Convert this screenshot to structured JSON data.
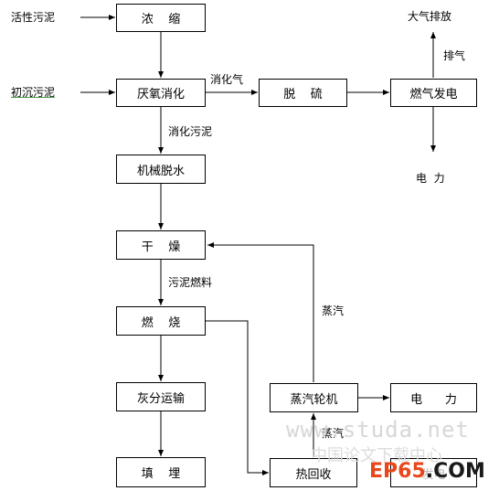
{
  "diagram": {
    "inputs": {
      "active_sludge": "活性污泥",
      "primary_sludge": "初沉污泥"
    },
    "boxes": {
      "thickening": "浓    缩",
      "anaerobic_digestion": "厌氧消化",
      "desulfurization": "脱    硫",
      "gas_power": "燃气发电",
      "mech_dewatering": "机械脱水",
      "drying": "干    燥",
      "incineration": "燃    烧",
      "ash_transport": "灰分运输",
      "landfill": "填    埋",
      "heat_recovery": "热回收",
      "steam_turbine": "蒸汽轮机",
      "electricity_turbine": "电      力",
      "hidden_box": "发电"
    },
    "labels": {
      "digester_gas": "消化气",
      "exhaust": "排气",
      "atmosphere": "大气排放",
      "electricity_gas": "电  力",
      "digested_sludge": "消化污泥",
      "sludge_fuel": "污泥燃料",
      "steam_to_dryer": "蒸汽",
      "steam_to_turbine": "蒸汽"
    }
  },
  "watermark": {
    "site": "www.studa.net",
    "site_cn": "中国论文下载中心",
    "logo_a": "EP65",
    "logo_b": ".COM"
  }
}
